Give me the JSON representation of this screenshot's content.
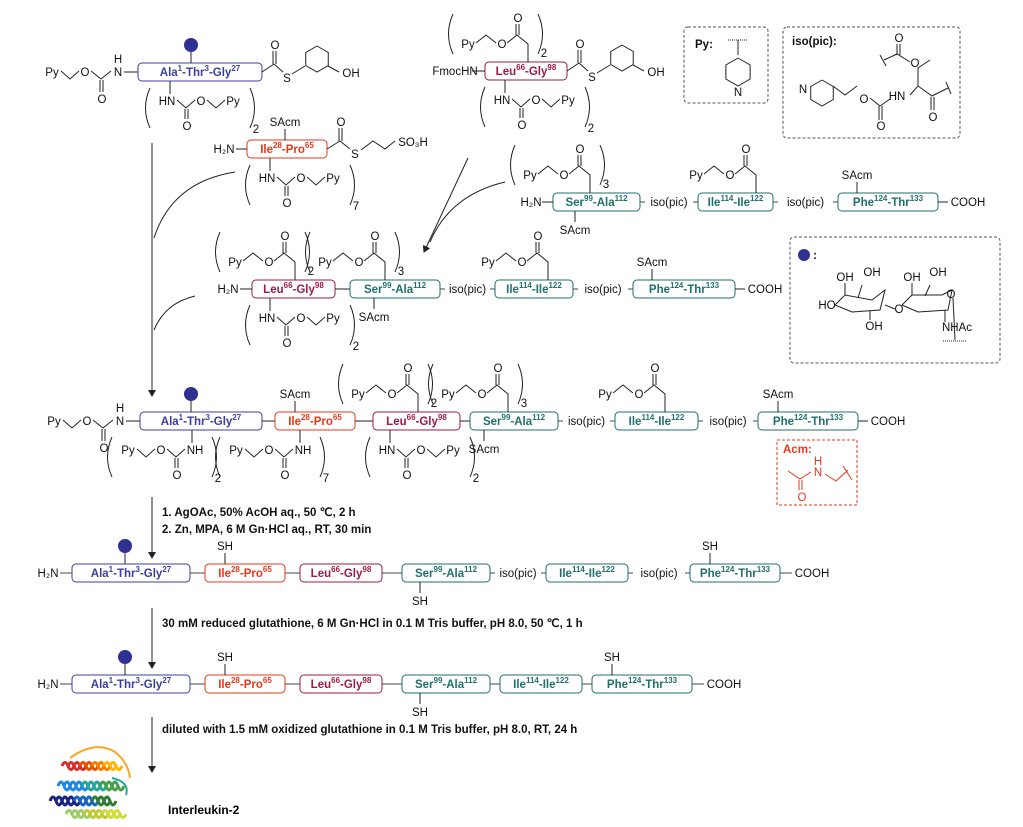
{
  "segments": {
    "ala": [
      "Ala",
      "1",
      "-Thr",
      "3",
      "-Gly",
      "27"
    ],
    "ile": [
      "Ile",
      "28",
      "-Pro",
      "65"
    ],
    "leu": [
      "Leu",
      "66",
      "-Gly",
      "98"
    ],
    "ser": [
      "Ser",
      "99",
      "-Ala",
      "112"
    ],
    "ile2": [
      "Ile",
      "114",
      "-Ile",
      "122"
    ],
    "phe": [
      "Phe",
      "124",
      "-Thr",
      "133"
    ]
  },
  "atoms": {
    "py": "Py",
    "o": "O",
    "hn": "HN",
    "nh": "NH",
    "n": "N",
    "h": "H",
    "h2n": "H₂N",
    "sacm": "SAcm",
    "sh": "SH",
    "s": "S",
    "oh": "OH",
    "so3h": "SO₃H",
    "fmochn": "FmocHN",
    "cooh": "COOH",
    "isopic": "iso(pic)",
    "ho": "HO",
    "nhac": "NHAc"
  },
  "subscripts": {
    "two": "2",
    "three": "3",
    "seven": "7"
  },
  "legends": {
    "py_label": "Py:",
    "isopic_label": "iso(pic):",
    "sugar_label": ":",
    "acm_label": "Acm:"
  },
  "conditions": {
    "step1_line1": "1. AgOAc, 50% AcOH aq., 50 ℃, 2 h",
    "step1_line2": "2. Zn, MPA, 6 M Gn·HCl aq., RT, 30 min",
    "step2": "30 mM reduced glutathione, 6 M Gn·HCl in 0.1 M Tris buffer, pH 8.0, 50 ℃, 1 h",
    "step3": "diluted with 1.5 mM oxidized glutathione in 0.1 M Tris buffer, pH 8.0, RT, 24 h"
  },
  "product": {
    "name": "Interleukin-2"
  },
  "colors": {
    "ala": "#3b3f9c",
    "ile": "#e8371a",
    "leu": "#9b1b46",
    "teal": "#1f6f6b",
    "glycan_dot": "#2e3192",
    "acm": "#e8371a"
  }
}
